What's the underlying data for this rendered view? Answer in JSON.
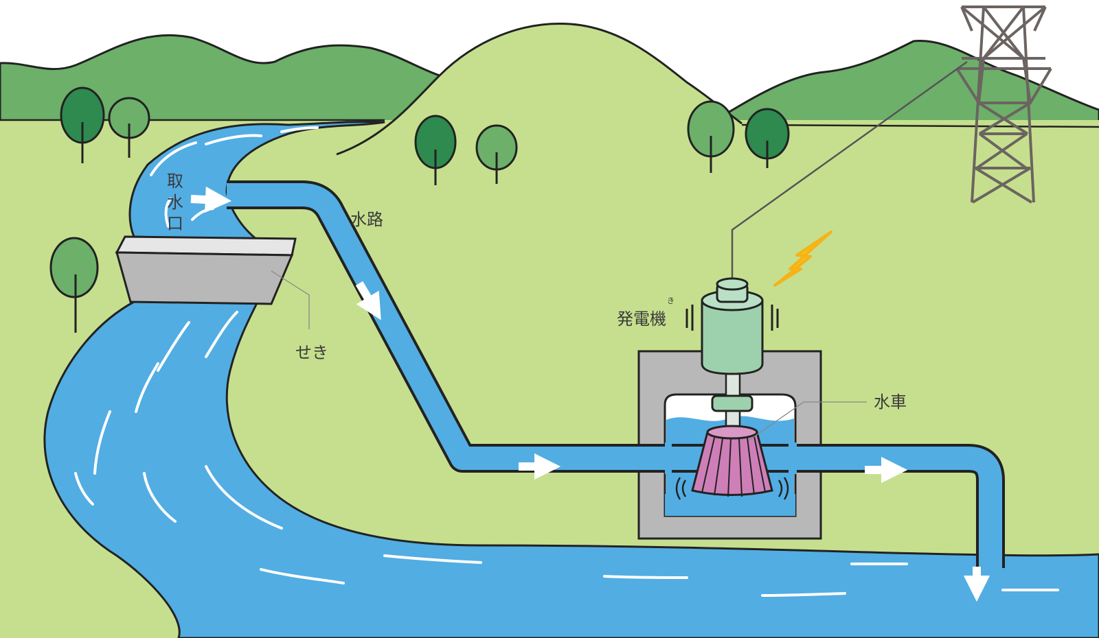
{
  "labels": {
    "intake": [
      "取",
      "水",
      "口"
    ],
    "waterway": "水路",
    "weir": "せき",
    "generator": "発電機",
    "generator_ruby": "き",
    "turbine": "水車"
  },
  "colors": {
    "water": "#52ade3",
    "water_foam": "#ffffff",
    "grass": "#c6df8e",
    "hill_dark": "#6cb06a",
    "tree": "#2e8a4f",
    "concrete": "#b8b8b8",
    "generator": "#9dd1ad",
    "turbine": "#cf7fb8",
    "lightning": "#f5c318",
    "tower": "#6b6460",
    "outline": "#222222"
  },
  "icons": [
    "tree-icon",
    "lightning-bolt-icon",
    "transmission-tower-icon",
    "flow-arrow-icon",
    "vibration-lines-icon"
  ]
}
